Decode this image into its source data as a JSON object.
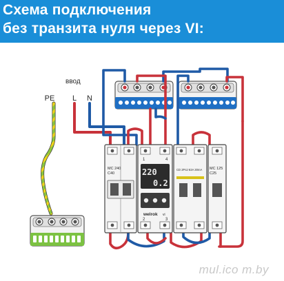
{
  "header": {
    "title_line1": "Схема подключения",
    "title_line2": "без транзита нуля через VI:"
  },
  "diagram": {
    "input_label": "ввод",
    "terminal_pe": "PE",
    "terminal_l": "L",
    "terminal_n": "N",
    "breaker_left_text1": "MC 240",
    "breaker_left_text2": "C40",
    "relay_display_top": "220",
    "relay_display_bottom": "0.2",
    "relay_brand": "welrok",
    "relay_brand_suffix": "vi",
    "rcbo_text": "CD 2P4J 63A 30mA",
    "breaker_right_text1": "MC 125",
    "breaker_right_text2": "C25",
    "marker_1": "1",
    "marker_2": "2",
    "marker_4": "4",
    "marker_3": "3",
    "wire_colors": {
      "phase": "#c8323a",
      "neutral": "#1f5aa6",
      "ground": "#8cc63f",
      "ground_stripe": "#f2d31b"
    },
    "busbar_colors": {
      "neutral_bar": "#1f6fc4",
      "ground_bar": "#7cc242"
    }
  },
  "watermark": "mul.ico m.by"
}
